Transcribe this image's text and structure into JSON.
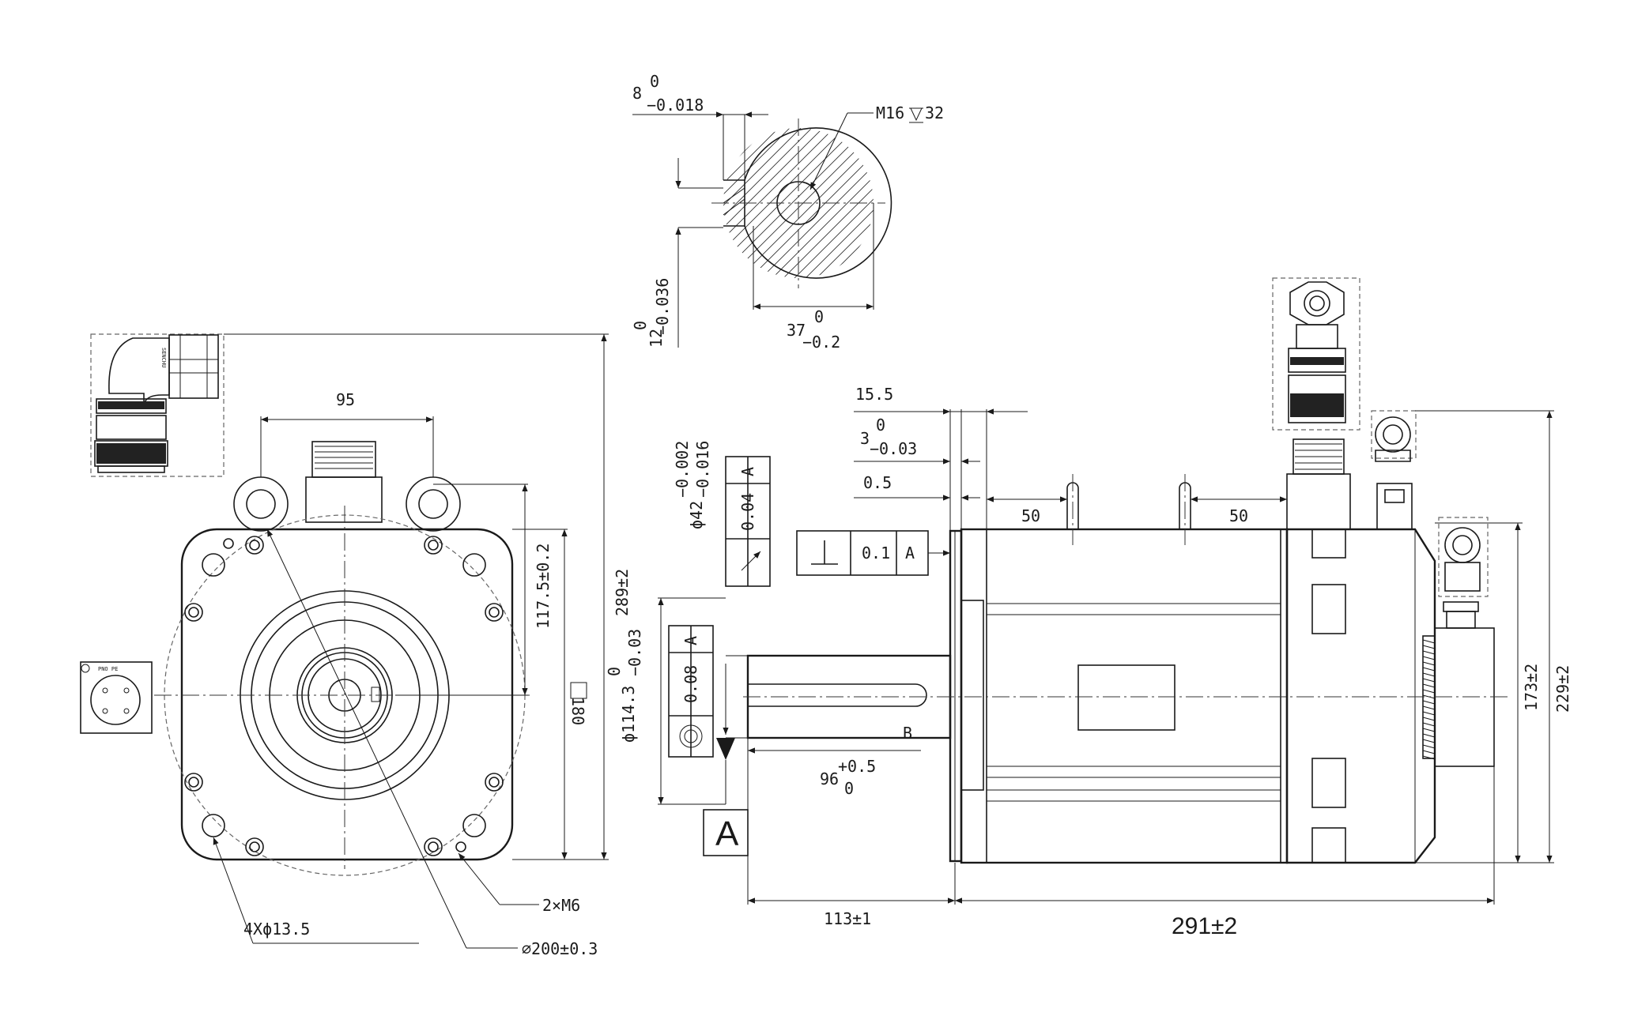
{
  "colors": {
    "line": "#1a1a1a",
    "background": "#ffffff"
  },
  "shaft_section": {
    "key_width": "8",
    "key_width_tol_upper": "0",
    "key_width_tol_lower": "−0.018",
    "thread": "M16",
    "thread_depth": "32",
    "key_height": "12",
    "key_height_tol_upper": "0",
    "key_height_tol_lower": "−0.036",
    "width": "37",
    "width_tol_upper": "0",
    "width_tol_lower": "−0.2"
  },
  "front_view": {
    "bolt_spacing": "95",
    "eyebolt_height": "117.5±0.2",
    "flange_square_value": "180",
    "overall_height": "289±2",
    "mount_holes": "4Xϕ13.5",
    "tapped_holes": "2×M6",
    "pcd": "∅200±0.3",
    "connector_brand": "SENCHU",
    "pin_header": "PNO PE"
  },
  "side_view": {
    "flange_thickness": "15.5",
    "spigot_depth": "3",
    "spigot_tol_upper": "0",
    "spigot_tol_lower": "−0.03",
    "gap": "0.5",
    "key_to_lug_left": "50",
    "key_to_lug_right": "50",
    "shaft_dia_symbol": "ϕ42",
    "shaft_dia_tol_upper": "−0.002",
    "shaft_dia_tol_lower": "−0.016",
    "runout_value": "0.04",
    "runout_datum": "A",
    "perp_value": "0.1",
    "perp_datum": "A",
    "spigot_dia_symbol": "ϕ114.3",
    "conc_value": "0.08",
    "conc_datum": "A",
    "shaft_length": "96",
    "shaft_len_tol_upper": "+0.5",
    "shaft_len_tol_lower": "0",
    "point_label": "B",
    "datum_label": "A",
    "shaft_ext_length": "113±1",
    "body_length": "291±2",
    "height_encoder": "173±2",
    "height_total": "229±2"
  }
}
